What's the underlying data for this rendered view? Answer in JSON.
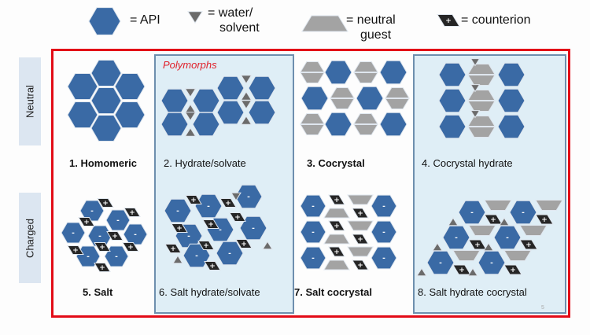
{
  "legend": {
    "api": "= API",
    "water": "= water/\nsolvent",
    "water_line1": "= water/",
    "water_line2": "solvent",
    "neutral_line1": "= neutral",
    "neutral_line2": "guest",
    "counterion": "= counterion"
  },
  "rows": {
    "neutral": "Neutral",
    "charged": "Charged"
  },
  "polymorphs_label": "Polymorphs",
  "forms": [
    {
      "label": "1.  Homomeric"
    },
    {
      "label": "2.  Hydrate/solvate"
    },
    {
      "label": "3.  Cocrystal"
    },
    {
      "label": "4.  Cocrystal hydrate"
    },
    {
      "label": "5.  Salt"
    },
    {
      "label": "6.  Salt hydrate/solvate"
    },
    {
      "label": "7.  Salt cocrystal"
    },
    {
      "label": "8.  Salt hydrate cocrystal"
    }
  ],
  "symbols": {
    "anion": "-",
    "cation": "+"
  },
  "page_number": "5",
  "colors": {
    "api": "#3a6aa5",
    "water": "#6b6b6b",
    "guest": "#a3a3a3",
    "counterion": "#262626",
    "frame": "#e30b17",
    "panel": "#dfeef6",
    "polymorph_text": "#e0202a"
  }
}
